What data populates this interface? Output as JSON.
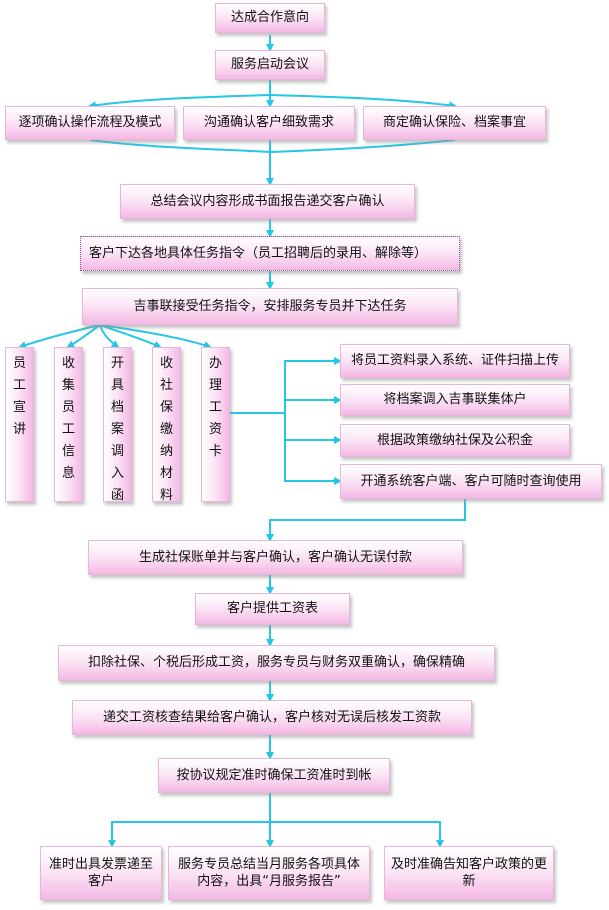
{
  "flow": {
    "step1": "达成合作意向",
    "step2": "服务启动会议",
    "branch": [
      "逐项确认操作流程及模式",
      "沟通确认客户细致需求",
      "商定确认保险、档案事宜"
    ],
    "step3": "总结会议内容形成书面报告递交客户确认",
    "step4": "客户下达各地具体任务指令（员工招聘后的录用、解除等）",
    "step5": "吉事联接受任务指令，安排服务专员并下达任务",
    "tasks": [
      "员工宣讲",
      "收集员工信息",
      "开具档案调入函",
      "收社保缴纳材料",
      "办理工资卡"
    ],
    "actions": [
      "将员工资料录入系统、证件扫描上传",
      "将档案调入吉事联集体户",
      "根据政策缴纳社保及公积金",
      "开通系统客户端、客户可随时查询使用"
    ],
    "step6": "生成社保账单并与客户确认，客户确认无误付款",
    "step7": "客户提供工资表",
    "step8": "扣除社保、个税后形成工资，服务专员与财务双重确认，确保精确",
    "step9": "递交工资核查结果给客户确认，客户核对无误后核发工资款",
    "step10": "按协议规定准时确保工资准时到帐",
    "final": [
      "准时出具发票递至客户",
      "服务专员总结当月服务各项具体内容，出具“月服务报告”",
      "及时准确告知客户政策的更新"
    ]
  },
  "colors": {
    "connector": "#26c6e6",
    "box_fill": "#f4b8e4"
  }
}
